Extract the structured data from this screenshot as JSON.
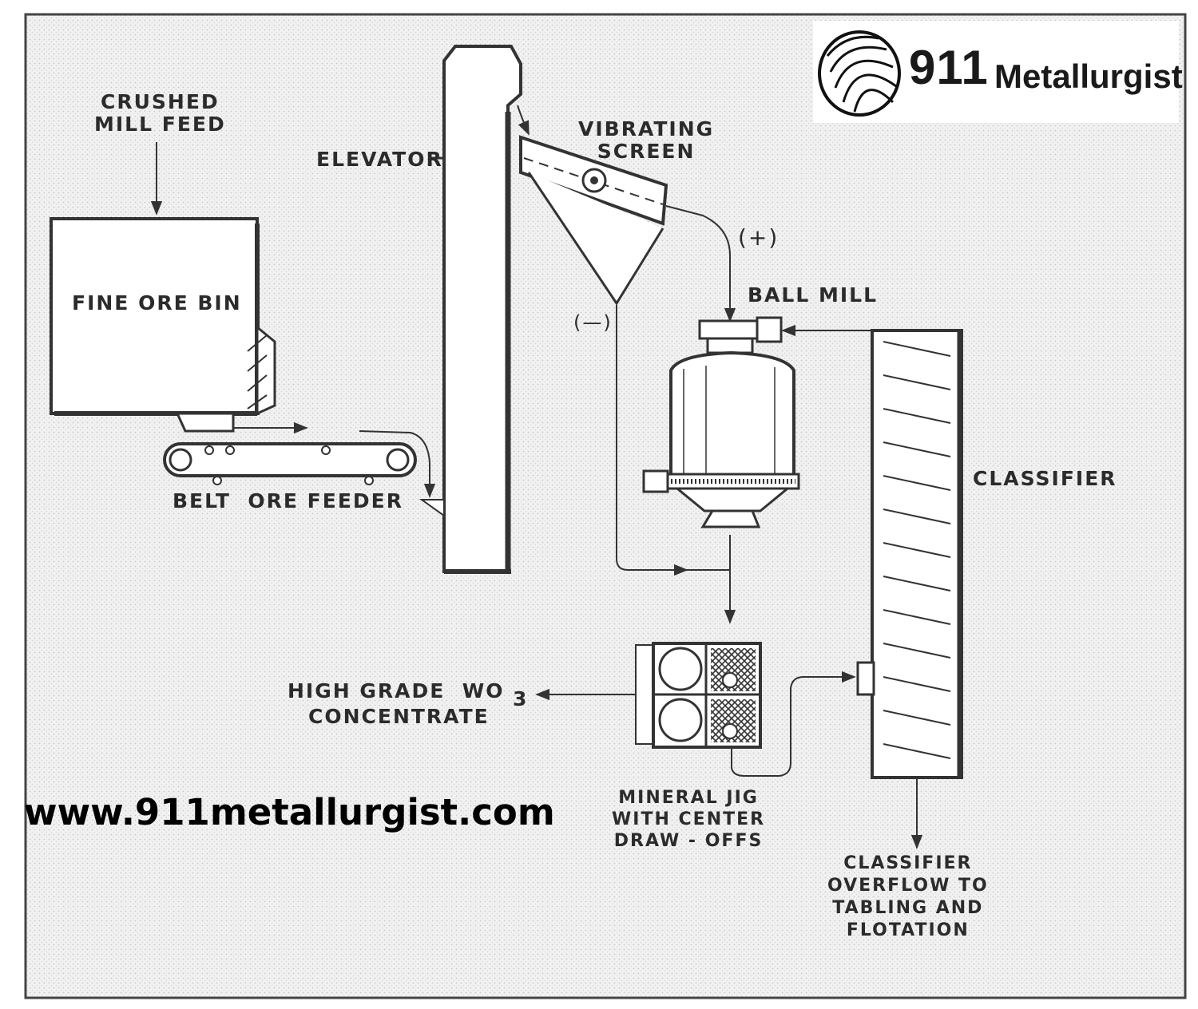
{
  "logo": {
    "number": "911",
    "name": "Metallurgist"
  },
  "website": "www.911metallurgist.com",
  "labels": {
    "crushed_mill_feed": "CRUSHED\nMILL FEED",
    "fine_ore_bin": "FINE ORE BIN",
    "belt_ore_feeder": "BELT  ORE FEEDER",
    "elevator": "ELEVATOR",
    "vibrating_screen": "VIBRATING\nSCREEN",
    "oversize": "(+)",
    "undersize": "(—)",
    "ball_mill": "BALL MILL",
    "classifier": "CLASSIFIER",
    "high_grade": "HIGH GRADE  WO",
    "subscript_3": "3",
    "concentrate": "CONCENTRATE",
    "mineral_jig": "MINERAL JIG\nWITH CENTER\nDRAW - OFFS",
    "classifier_overflow": "CLASSIFIER\nOVERFLOW TO\nTABLING AND\nFLOTATION"
  }
}
